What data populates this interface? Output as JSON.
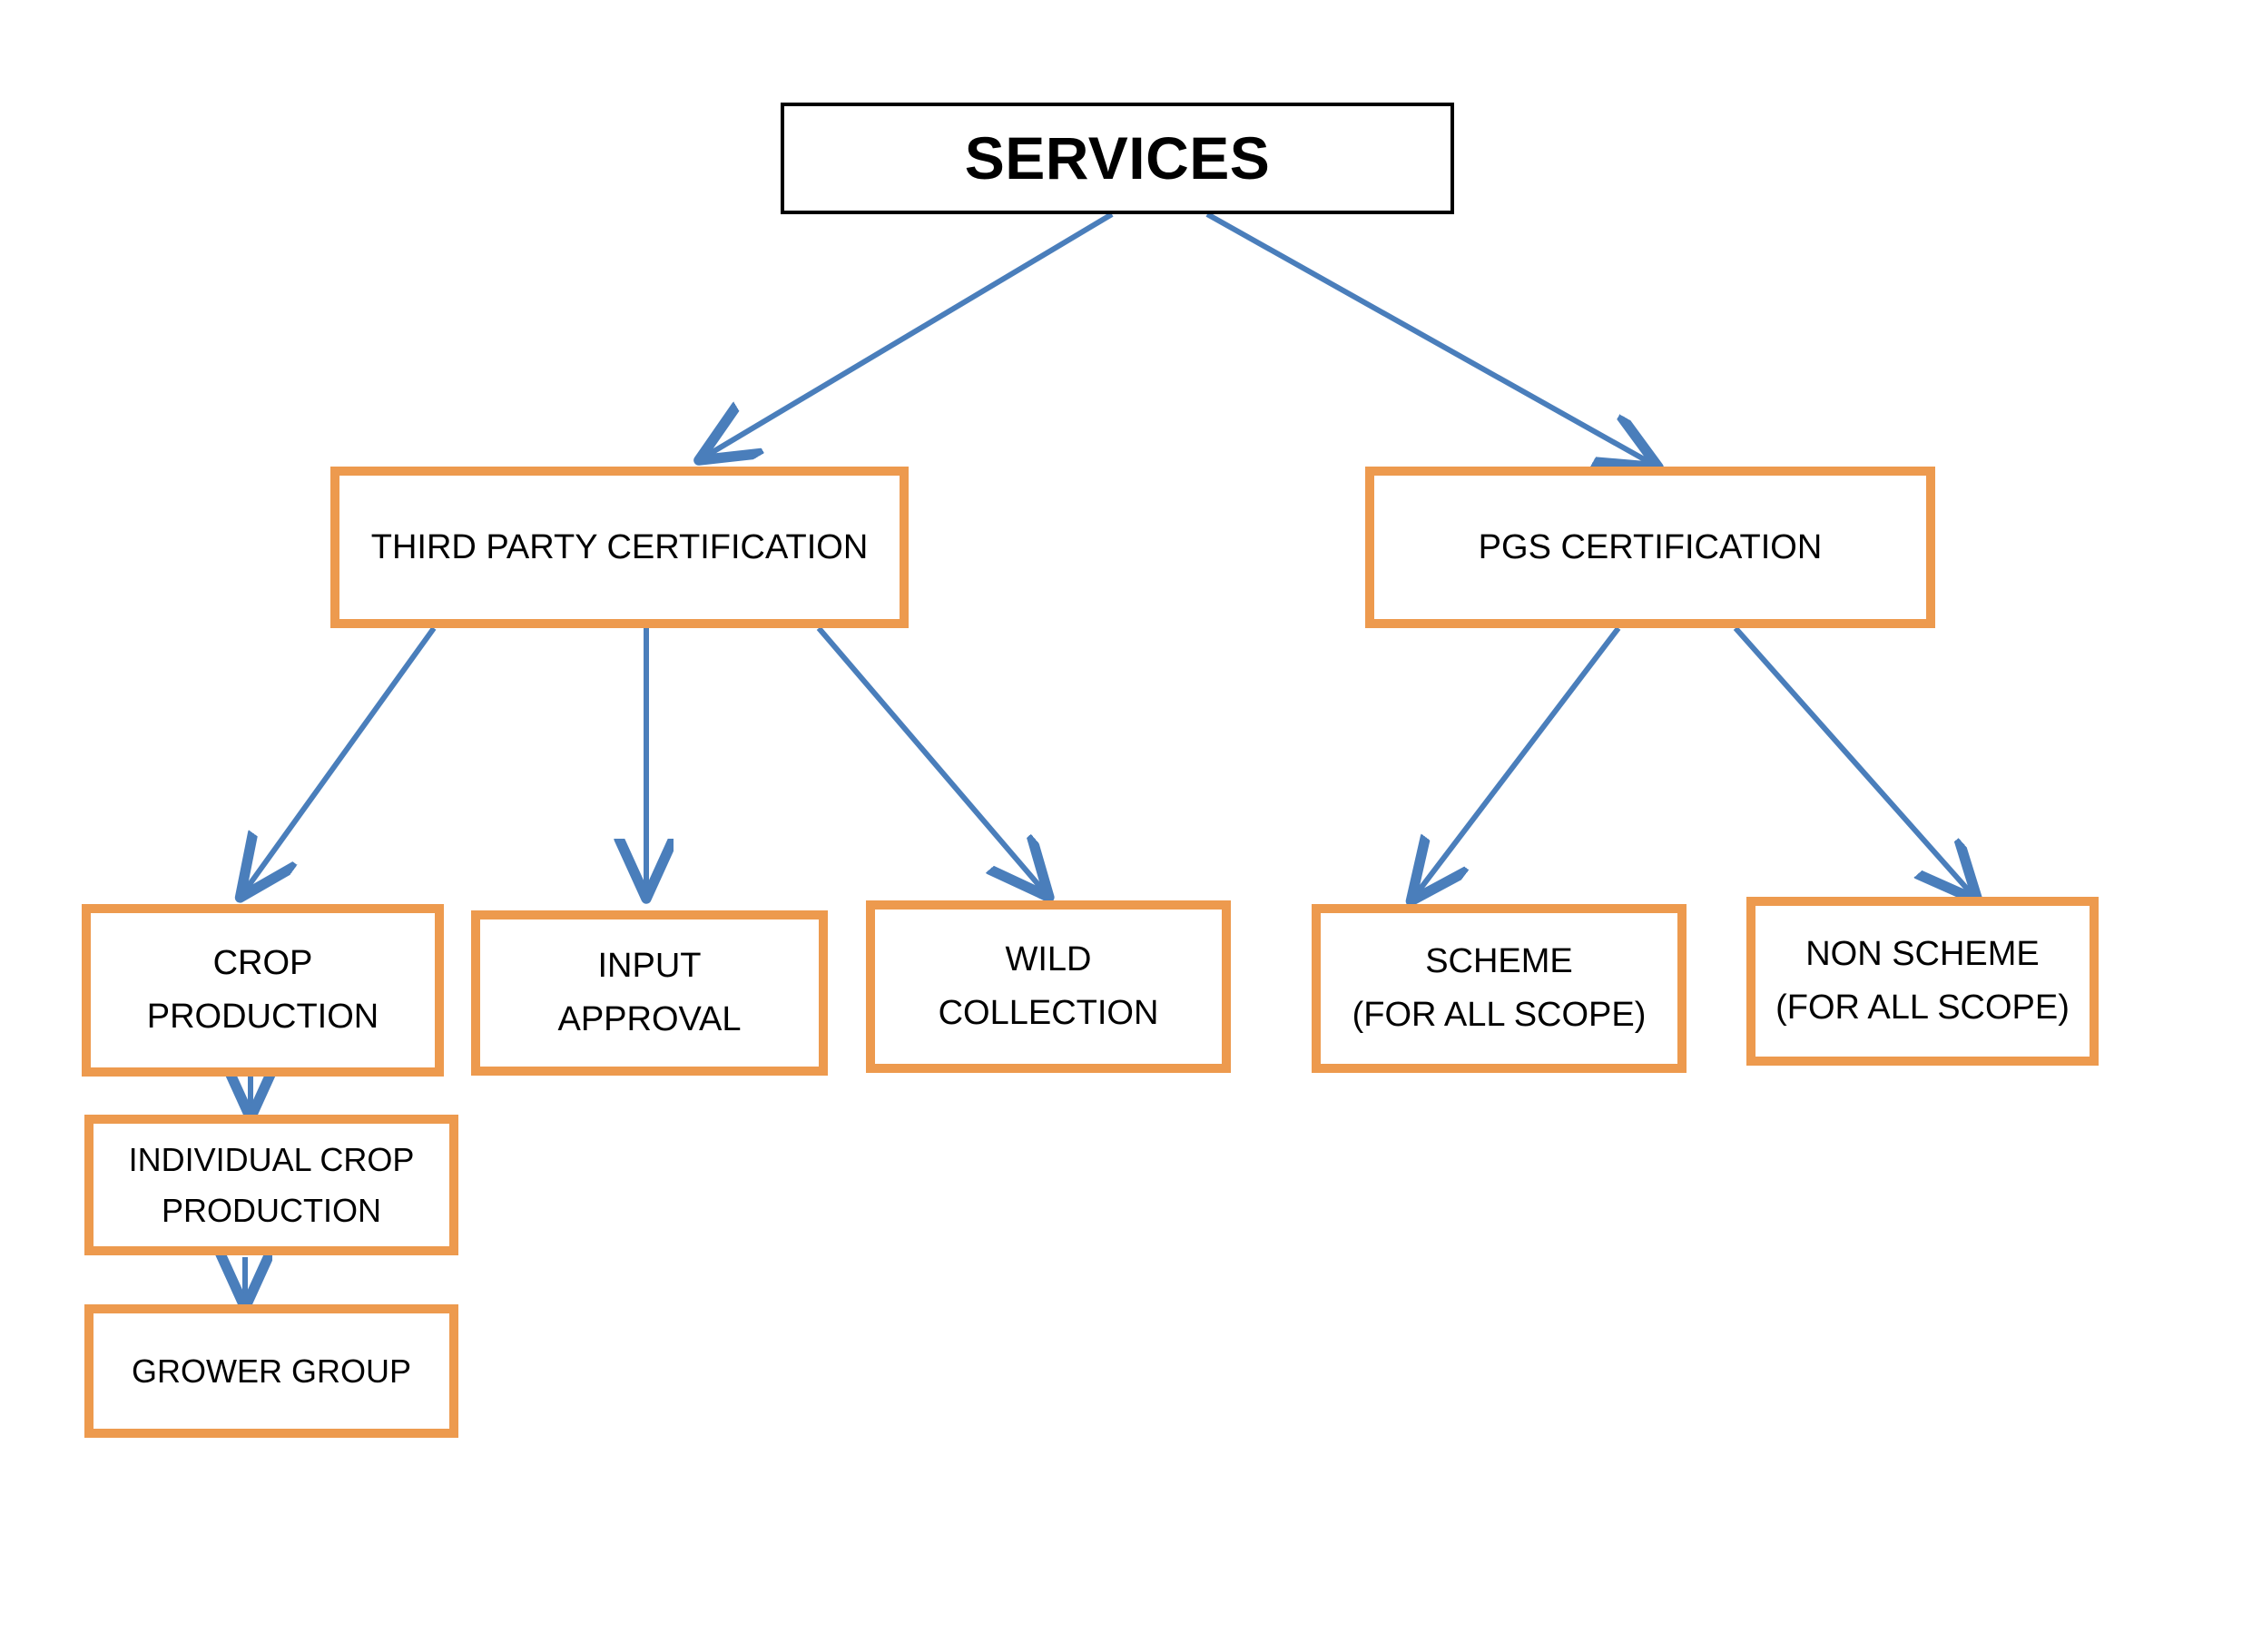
{
  "diagram": {
    "title": "SERVICES",
    "type": "organizational-tree",
    "colors": {
      "root_border": "#000000",
      "node_border": "#ED9A4E",
      "arrow": "#4A7EBB",
      "background": "#FFFFFF",
      "text": "#000000"
    },
    "nodes": [
      {
        "id": "services",
        "label": "SERVICES",
        "level": 0,
        "style": "root"
      },
      {
        "id": "third-party-certification",
        "label": "THIRD PARTY CERTIFICATION",
        "level": 1,
        "style": "orange"
      },
      {
        "id": "pgs-certification",
        "label": "PGS CERTIFICATION",
        "level": 1,
        "style": "orange"
      },
      {
        "id": "crop-production",
        "label": "CROP\nPRODUCTION",
        "level": 2,
        "style": "orange"
      },
      {
        "id": "input-approval",
        "label": "INPUT\nAPPROVAL",
        "level": 2,
        "style": "orange"
      },
      {
        "id": "wild-collection",
        "label": "WILD\nCOLLECTION",
        "level": 2,
        "style": "orange"
      },
      {
        "id": "scheme",
        "label": "SCHEME\n(FOR ALL SCOPE)",
        "level": 2,
        "style": "orange"
      },
      {
        "id": "non-scheme",
        "label": "NON SCHEME\n(FOR ALL SCOPE)",
        "level": 2,
        "style": "orange"
      },
      {
        "id": "individual-crop-production",
        "label": "INDIVIDUAL CROP\nPRODUCTION",
        "level": 3,
        "style": "orange"
      },
      {
        "id": "grower-group",
        "label": "GROWER GROUP",
        "level": 4,
        "style": "orange"
      }
    ],
    "edges": [
      {
        "from": "services",
        "to": "third-party-certification"
      },
      {
        "from": "services",
        "to": "pgs-certification"
      },
      {
        "from": "third-party-certification",
        "to": "crop-production"
      },
      {
        "from": "third-party-certification",
        "to": "input-approval"
      },
      {
        "from": "third-party-certification",
        "to": "wild-collection"
      },
      {
        "from": "pgs-certification",
        "to": "scheme"
      },
      {
        "from": "pgs-certification",
        "to": "non-scheme"
      },
      {
        "from": "crop-production",
        "to": "individual-crop-production"
      },
      {
        "from": "individual-crop-production",
        "to": "grower-group"
      }
    ]
  }
}
